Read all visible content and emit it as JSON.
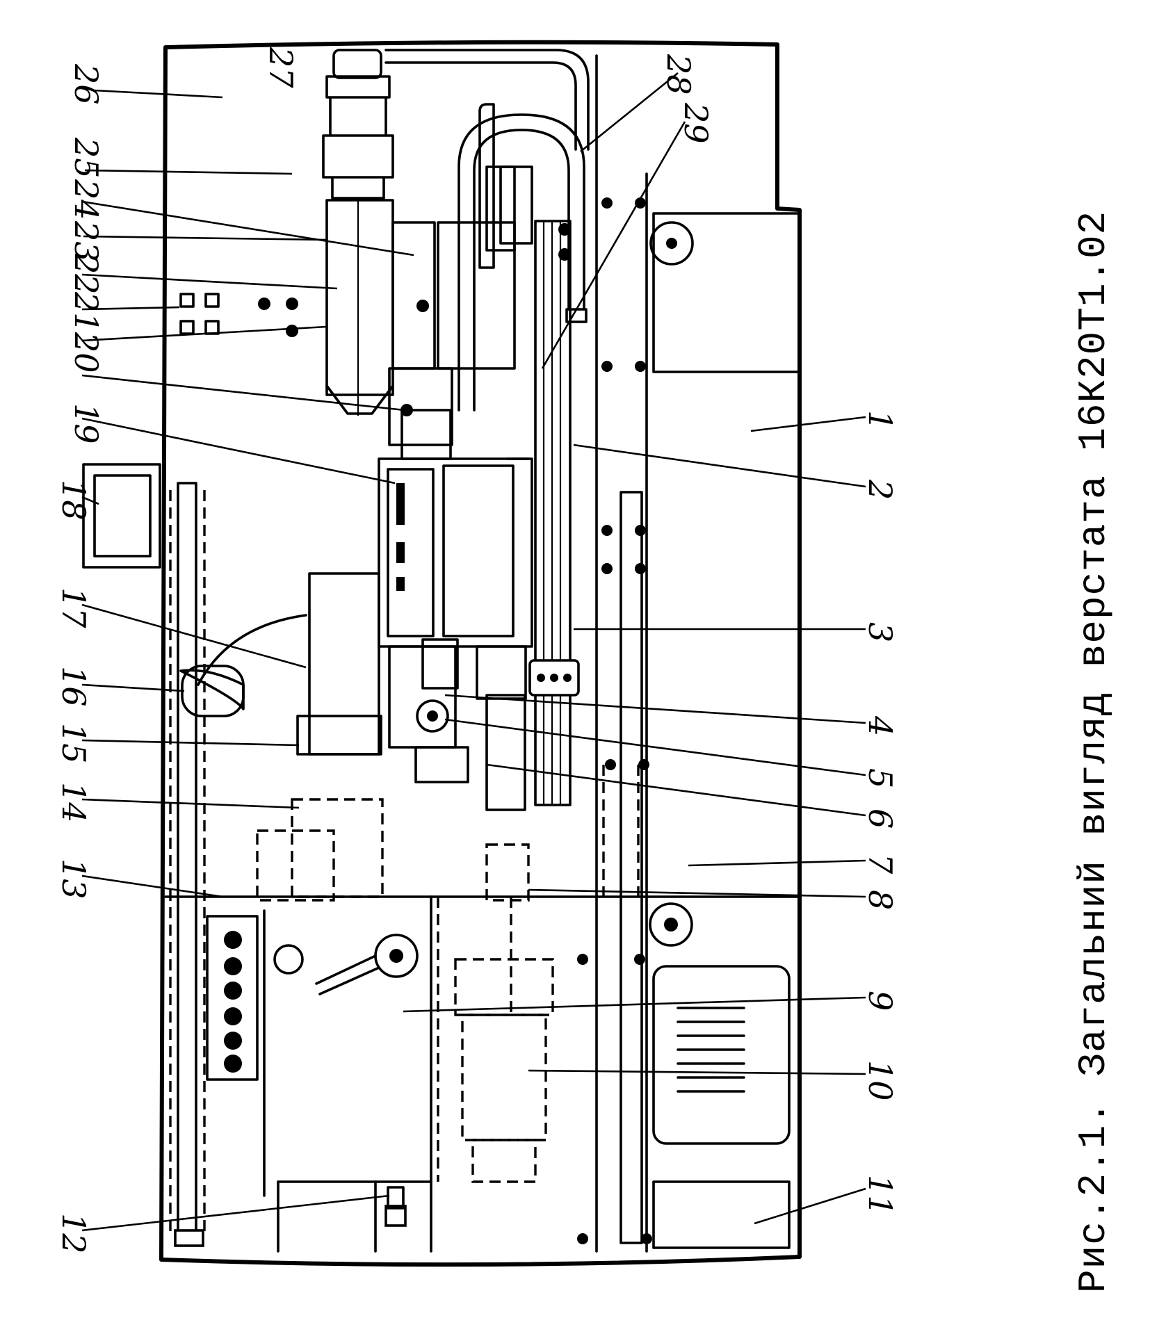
{
  "caption": "Рис.2.1. Загальний вигляд верстата 16К20Т1.02",
  "part_numbers": [
    "1",
    "2",
    "3",
    "4",
    "5",
    "6",
    "7",
    "8",
    "9",
    "10",
    "11",
    "12",
    "13",
    "14",
    "15",
    "16",
    "17",
    "18",
    "19",
    "20",
    "21",
    "22",
    "23",
    "24",
    "25",
    "26",
    "27",
    "28",
    "29"
  ]
}
